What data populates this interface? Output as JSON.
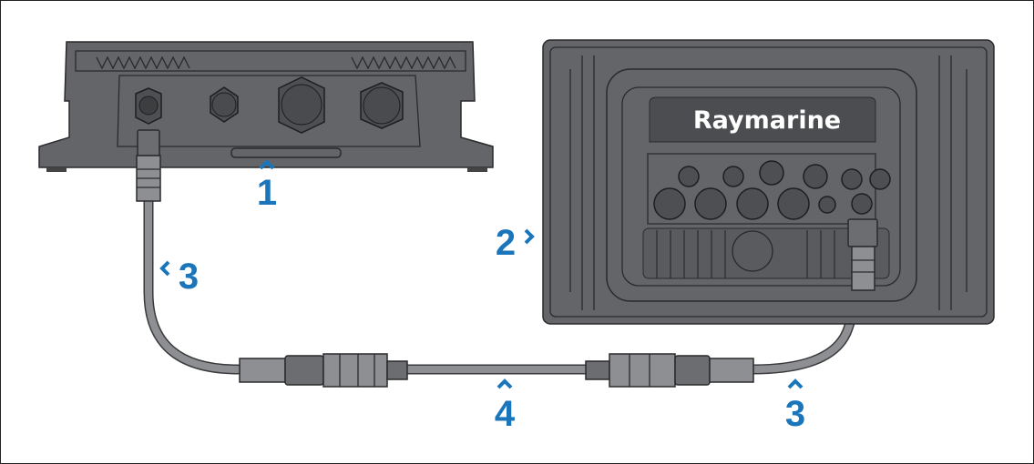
{
  "diagram": {
    "title": "Connection diagram: unit connected to Raymarine display via cable and extension",
    "display_brand": "Raymarine",
    "callouts": [
      {
        "id": "1",
        "label": "1"
      },
      {
        "id": "2",
        "label": "2"
      },
      {
        "id": "3a",
        "label": "3"
      },
      {
        "id": "4",
        "label": "4"
      },
      {
        "id": "3b",
        "label": "3"
      }
    ],
    "colors": {
      "callout": "#1a75bb",
      "device": "#646568",
      "cable": "#8e8f92"
    }
  }
}
